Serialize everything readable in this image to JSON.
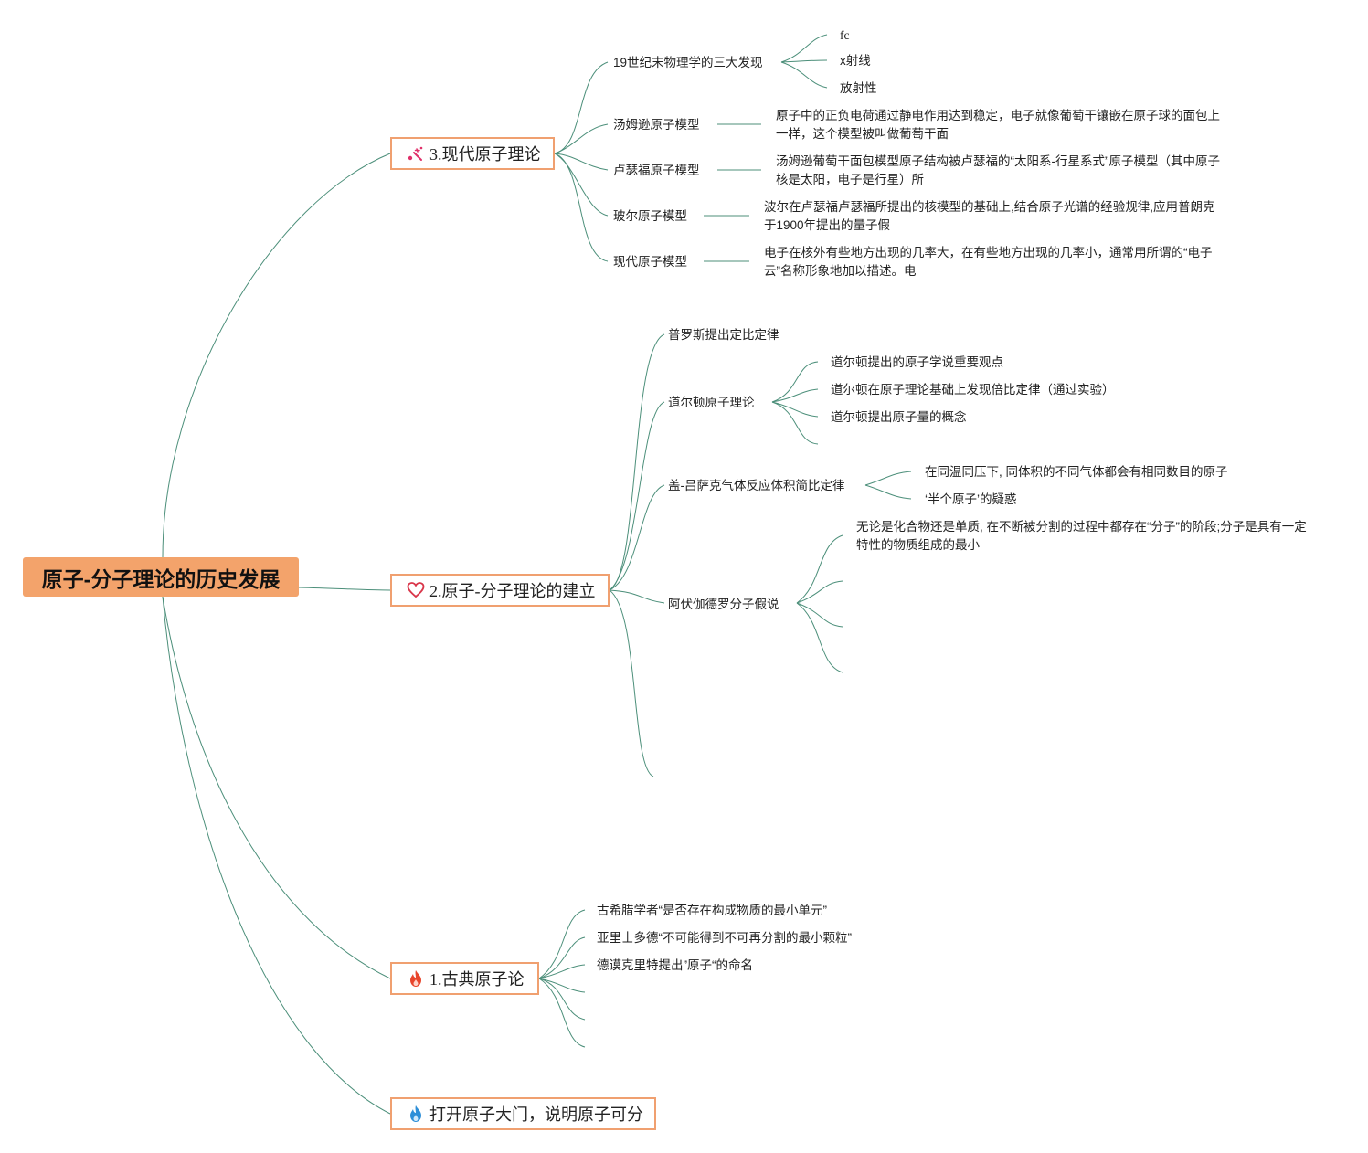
{
  "root": {
    "title": "原子-分子理论的历史发展"
  },
  "branches": {
    "modern": {
      "label": "3.现代原子理论",
      "icon": "sparkle-icon",
      "children": {
        "discoveries": {
          "label": "19世纪末物理学的三大发现",
          "items": [
            "fc",
            "x射线",
            "放射性"
          ]
        },
        "thomson": {
          "label": "汤姆逊原子模型",
          "desc": "原子中的正负电荷通过静电作用达到稳定，电子就像葡萄干镶嵌在原子球的面包上一样，这个模型被叫做葡萄干面"
        },
        "rutherford": {
          "label": "卢瑟福原子模型",
          "desc": "汤姆逊葡萄干面包模型原子结构被卢瑟福的“太阳系-行星系式”原子模型（其中原子核是太阳，电子是行星）所"
        },
        "bohr": {
          "label": "玻尔原子模型",
          "desc": "波尔在卢瑟福卢瑟福所提出的核模型的基础上,结合原子光谱的经验规律,应用普朗克于1900年提出的量子假"
        },
        "current": {
          "label": "现代原子模型",
          "desc": "电子在核外有些地方出现的几率大，在有些地方出现的几率小，通常用所谓的“电子云”名称形象地加以描述。电"
        }
      }
    },
    "establish": {
      "label": "2.原子-分子理论的建立",
      "icon": "heart-icon",
      "children": {
        "proust": {
          "label": "普罗斯提出定比定律"
        },
        "dalton": {
          "label": "道尔顿原子理论",
          "items": [
            "道尔顿提出的原子学说重要观点",
            "道尔顿在原子理论基础上发现倍比定律（通过实验）",
            "道尔顿提出原子量的概念"
          ]
        },
        "gaylussac": {
          "label": "盖-吕萨克气体反应体积简比定律",
          "items": [
            "在同温同压下, 同体积的不同气体都会有相同数目的原子",
            "‘半个原子’的疑惑"
          ]
        },
        "avogadro": {
          "label": "阿伏伽德罗分子假说",
          "desc": "无论是化合物还是单质, 在不断被分割的过程中都存在“分子”的阶段;分子是具有一定特性的物质组成的最小"
        }
      }
    },
    "classical": {
      "label": "1.古典原子论",
      "icon": "fire-icon",
      "items": [
        "古希腊学者“是否存在构成物质的最小单元”",
        "亚里士多德“不可能得到不可再分割的最小颗粒”",
        "德谟克里特提出”原子“的命名"
      ]
    },
    "door": {
      "label": "打开原子大门，说明原子可分",
      "icon": "flame-icon"
    }
  },
  "colors": {
    "root_fill": "#f3a36b",
    "branch_border": "#f0a070",
    "link": "#4c8f7a",
    "fire": "#e8452c",
    "flame": "#2e8fd8",
    "heart": "#d9364a",
    "sparkle": "#e0306a"
  }
}
